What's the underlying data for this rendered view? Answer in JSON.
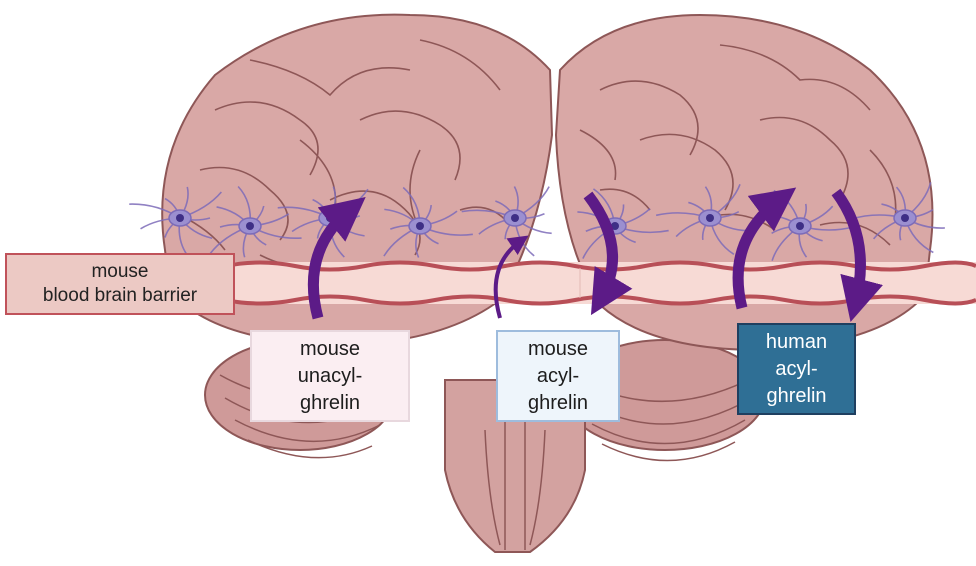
{
  "labels": {
    "bbb": [
      "mouse",
      "blood brain barrier"
    ],
    "unacyl": [
      "mouse",
      "unacyl-",
      "ghrelin"
    ],
    "mouse_acyl": [
      "mouse",
      "acyl-",
      "ghrelin"
    ],
    "human_acyl": [
      "human",
      "acyl-",
      "ghrelin"
    ]
  },
  "colors": {
    "brain_fill": "#d9a8a6",
    "brain_outline": "#8e5757",
    "barrier_fill": "#f7dad5",
    "barrier_line": "#b84f57",
    "neuron": "#7c6bb8",
    "arrow": "#5c1b87",
    "human_box": "#2f6f95"
  },
  "icons": [
    "brain-illustration",
    "astrocyte-cell",
    "transport-arrow"
  ]
}
